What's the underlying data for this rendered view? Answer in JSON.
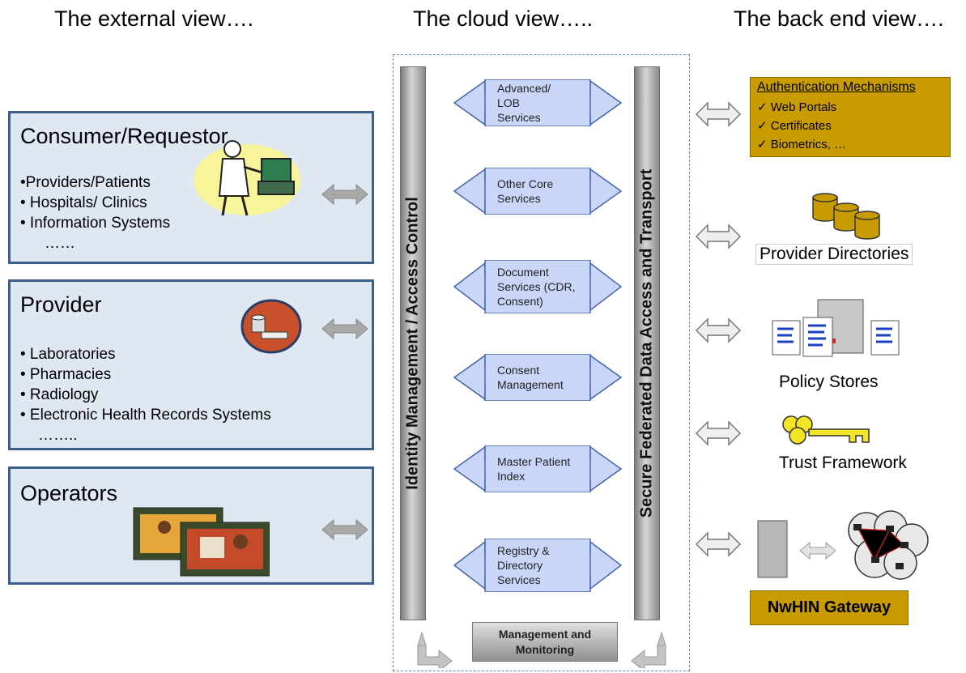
{
  "headers": {
    "external": "The external view….",
    "cloud": "The cloud view…..",
    "backend": "The back end view…."
  },
  "consumer": {
    "title": "Consumer/Requestor",
    "items": [
      "•Providers/Patients",
      "• Hospitals/ Clinics",
      "• Information Systems",
      "……"
    ]
  },
  "provider": {
    "title": "Provider",
    "items": [
      "• Laboratories",
      "• Pharmacies",
      "• Radiology",
      "• Electronic Health Records Systems",
      "…….."
    ]
  },
  "operators": {
    "title": "Operators"
  },
  "pillars": {
    "left": "Identity Management / Access Control",
    "right": "Secure Federated Data Access and Transport"
  },
  "services": [
    [
      "Advanced/",
      "LOB",
      "Services"
    ],
    [
      "Other Core",
      "Services"
    ],
    [
      "Document",
      "Services (CDR,",
      "Consent)"
    ],
    [
      "Consent",
      "Management"
    ],
    [
      "Master Patient",
      "Index"
    ],
    [
      "Registry &",
      "Directory",
      "Services"
    ]
  ],
  "management": "Management and Monitoring",
  "backend": {
    "auth_title": "Authentication Mechanisms",
    "auth_items": [
      "✓ Web Portals",
      "✓ Certificates",
      "✓ Biometrics, …"
    ],
    "provider_dirs": "Provider Directories",
    "policy_stores": "Policy Stores",
    "trust": "Trust Framework",
    "gateway": "NwHIN Gateway"
  },
  "colors": {
    "panel_border": "#3b5f8a",
    "panel_fill": "#dfe7f0",
    "gold": "#c89c00",
    "service_fill": "#c9d6f7"
  }
}
